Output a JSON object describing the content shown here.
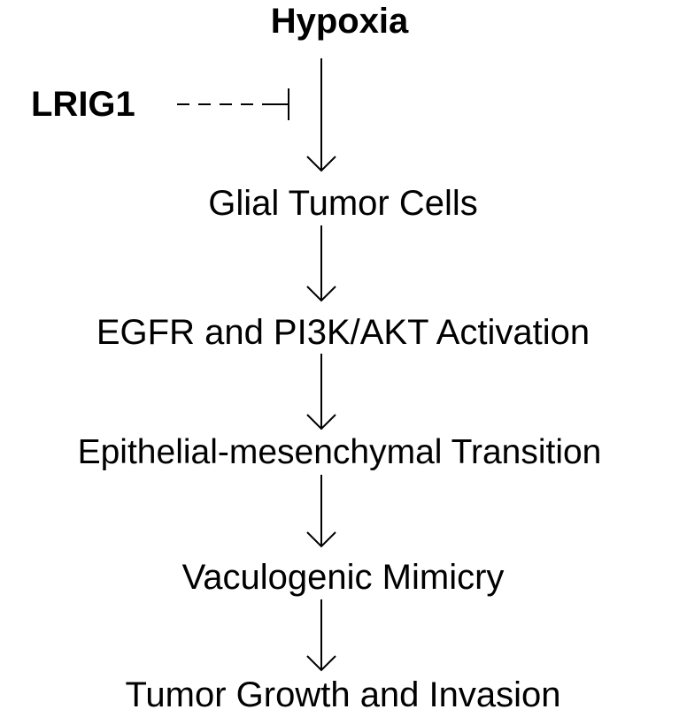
{
  "diagram": {
    "top_node": "Hypoxia",
    "inhibitor": "LRIG1",
    "steps": [
      "Glial Tumor Cells",
      "EGFR and PI3K/AKT Activation",
      "Epithelial-mesenchymal Transition",
      "Vaculogenic Mimicry",
      "Tumor Growth and Invasion"
    ]
  }
}
